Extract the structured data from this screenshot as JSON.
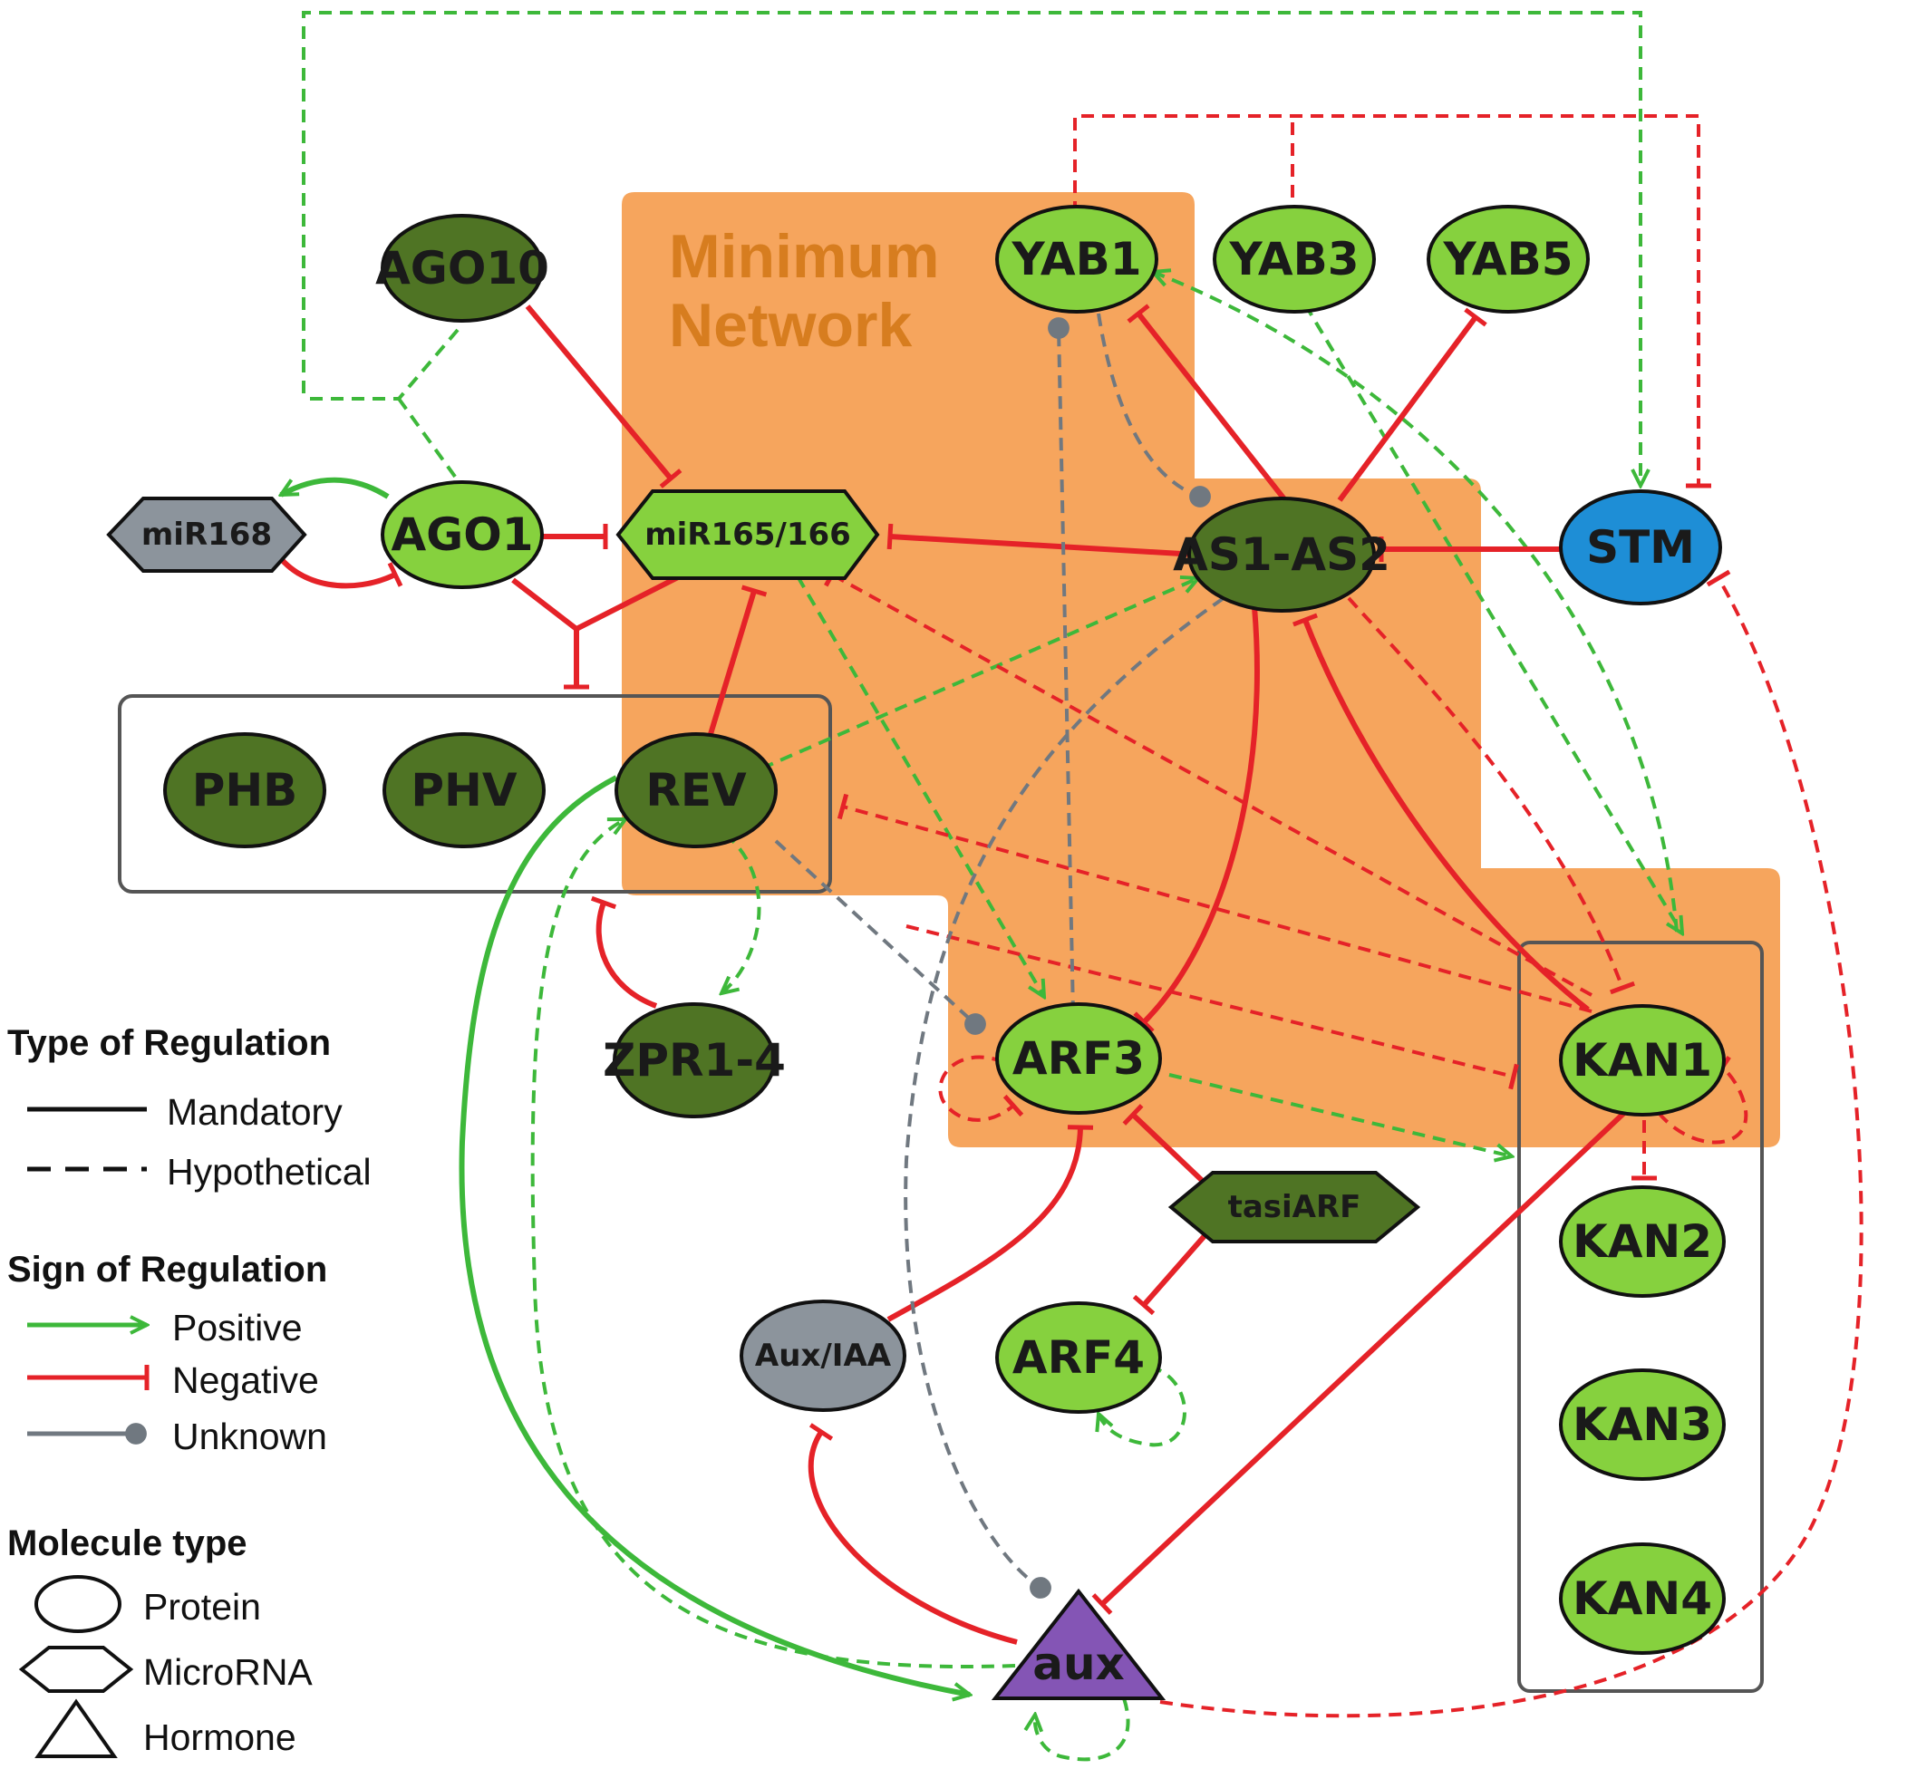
{
  "colors": {
    "positive": "#3db83a",
    "negative": "#e52228",
    "unknown": "#707880",
    "region": "#f6a55d",
    "protein_light": "#86d13e",
    "protein_dark": "#4f7424",
    "stm": "#1e8ed6",
    "auxiaa": "#8c949c",
    "aux": "#8455b5",
    "mir168": "#8c949c"
  },
  "region": {
    "label_line1": "Minimum",
    "label_line2": "Network"
  },
  "nodes": {
    "ago10": "AGO10",
    "ago1": "AGO1",
    "mir168": "miR168",
    "mir165": "miR165/166",
    "yab1": "YAB1",
    "yab3": "YAB3",
    "yab5": "YAB5",
    "as1as2": "AS1-AS2",
    "stm": "STM",
    "phb": "PHB",
    "phv": "PHV",
    "rev": "REV",
    "zpr": "ZPR1-4",
    "arf3": "ARF3",
    "arf4": "ARF4",
    "tasiarf": "tasiARF",
    "auxiaa": "Aux/IAA",
    "aux": "aux",
    "kan1": "KAN1",
    "kan2": "KAN2",
    "kan3": "KAN3",
    "kan4": "KAN4"
  },
  "legend": {
    "type_title": "Type of Regulation",
    "mandatory": "Mandatory",
    "hypothetical": "Hypothetical",
    "sign_title": "Sign of Regulation",
    "positive": "Positive",
    "negative": "Negative",
    "unknown": "Unknown",
    "molecule_title": "Molecule type",
    "protein": "Protein",
    "microrna": "MicroRNA",
    "hormone": "Hormone"
  }
}
